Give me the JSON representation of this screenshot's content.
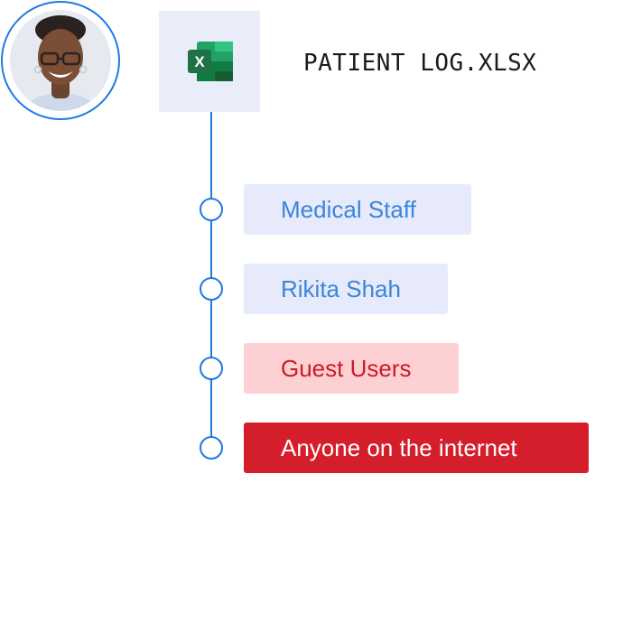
{
  "file": {
    "name": "PATIENT LOG.XLSX",
    "icon": "excel-icon",
    "icon_letter": "X"
  },
  "owner": {
    "avatar": "user-avatar"
  },
  "access_levels": [
    {
      "label": "Medical Staff",
      "color": "#3b85d9",
      "background": "#e6eafb"
    },
    {
      "label": "Rikita Shah",
      "color": "#3b85d9",
      "background": "#e6eafb"
    },
    {
      "label": "Guest Users",
      "color": "#cc1a26",
      "background": "#fdd0d3"
    },
    {
      "label": "Anyone on the internet",
      "color": "#ffffff",
      "background": "#d51e2b"
    }
  ],
  "colors": {
    "accent": "#1f7ae0",
    "excel_green": "#1f7244"
  }
}
